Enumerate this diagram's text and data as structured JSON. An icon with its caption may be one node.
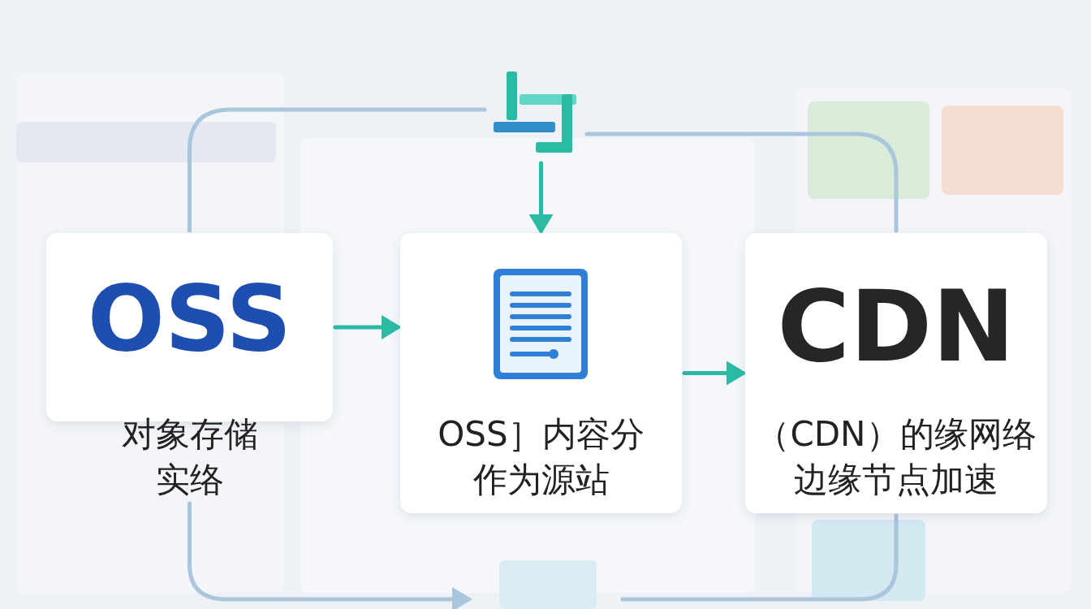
{
  "diagram": {
    "nodes": [
      {
        "text": [
          "OSS",
          "对象存储实络"
        ]
      },
      {
        "text": [
          "OSS］内容分作为源站"
        ]
      },
      {
        "text": [
          "CDN",
          "（CDN）的缘网络边缘节点加速"
        ]
      },
      {
        "text": [],
        "shape": "icon"
      }
    ],
    "edges": [
      {
        "from": 0,
        "to": 1,
        "arrow": "to",
        "color": "#2bbba5"
      },
      {
        "from": 1,
        "to": 2,
        "arrow": "to",
        "color": "#2bbba5"
      },
      {
        "from": 3,
        "to": 1,
        "arrow": "to",
        "color": "#2bbba5"
      },
      {
        "from": 0,
        "to": 3,
        "arrow": "none"
      },
      {
        "from": 3,
        "to": 2,
        "arrow": "none"
      },
      {
        "from": 0,
        "to": null,
        "arrow": "to"
      },
      {
        "from": 2,
        "to": null,
        "arrow": "none"
      }
    ]
  }
}
